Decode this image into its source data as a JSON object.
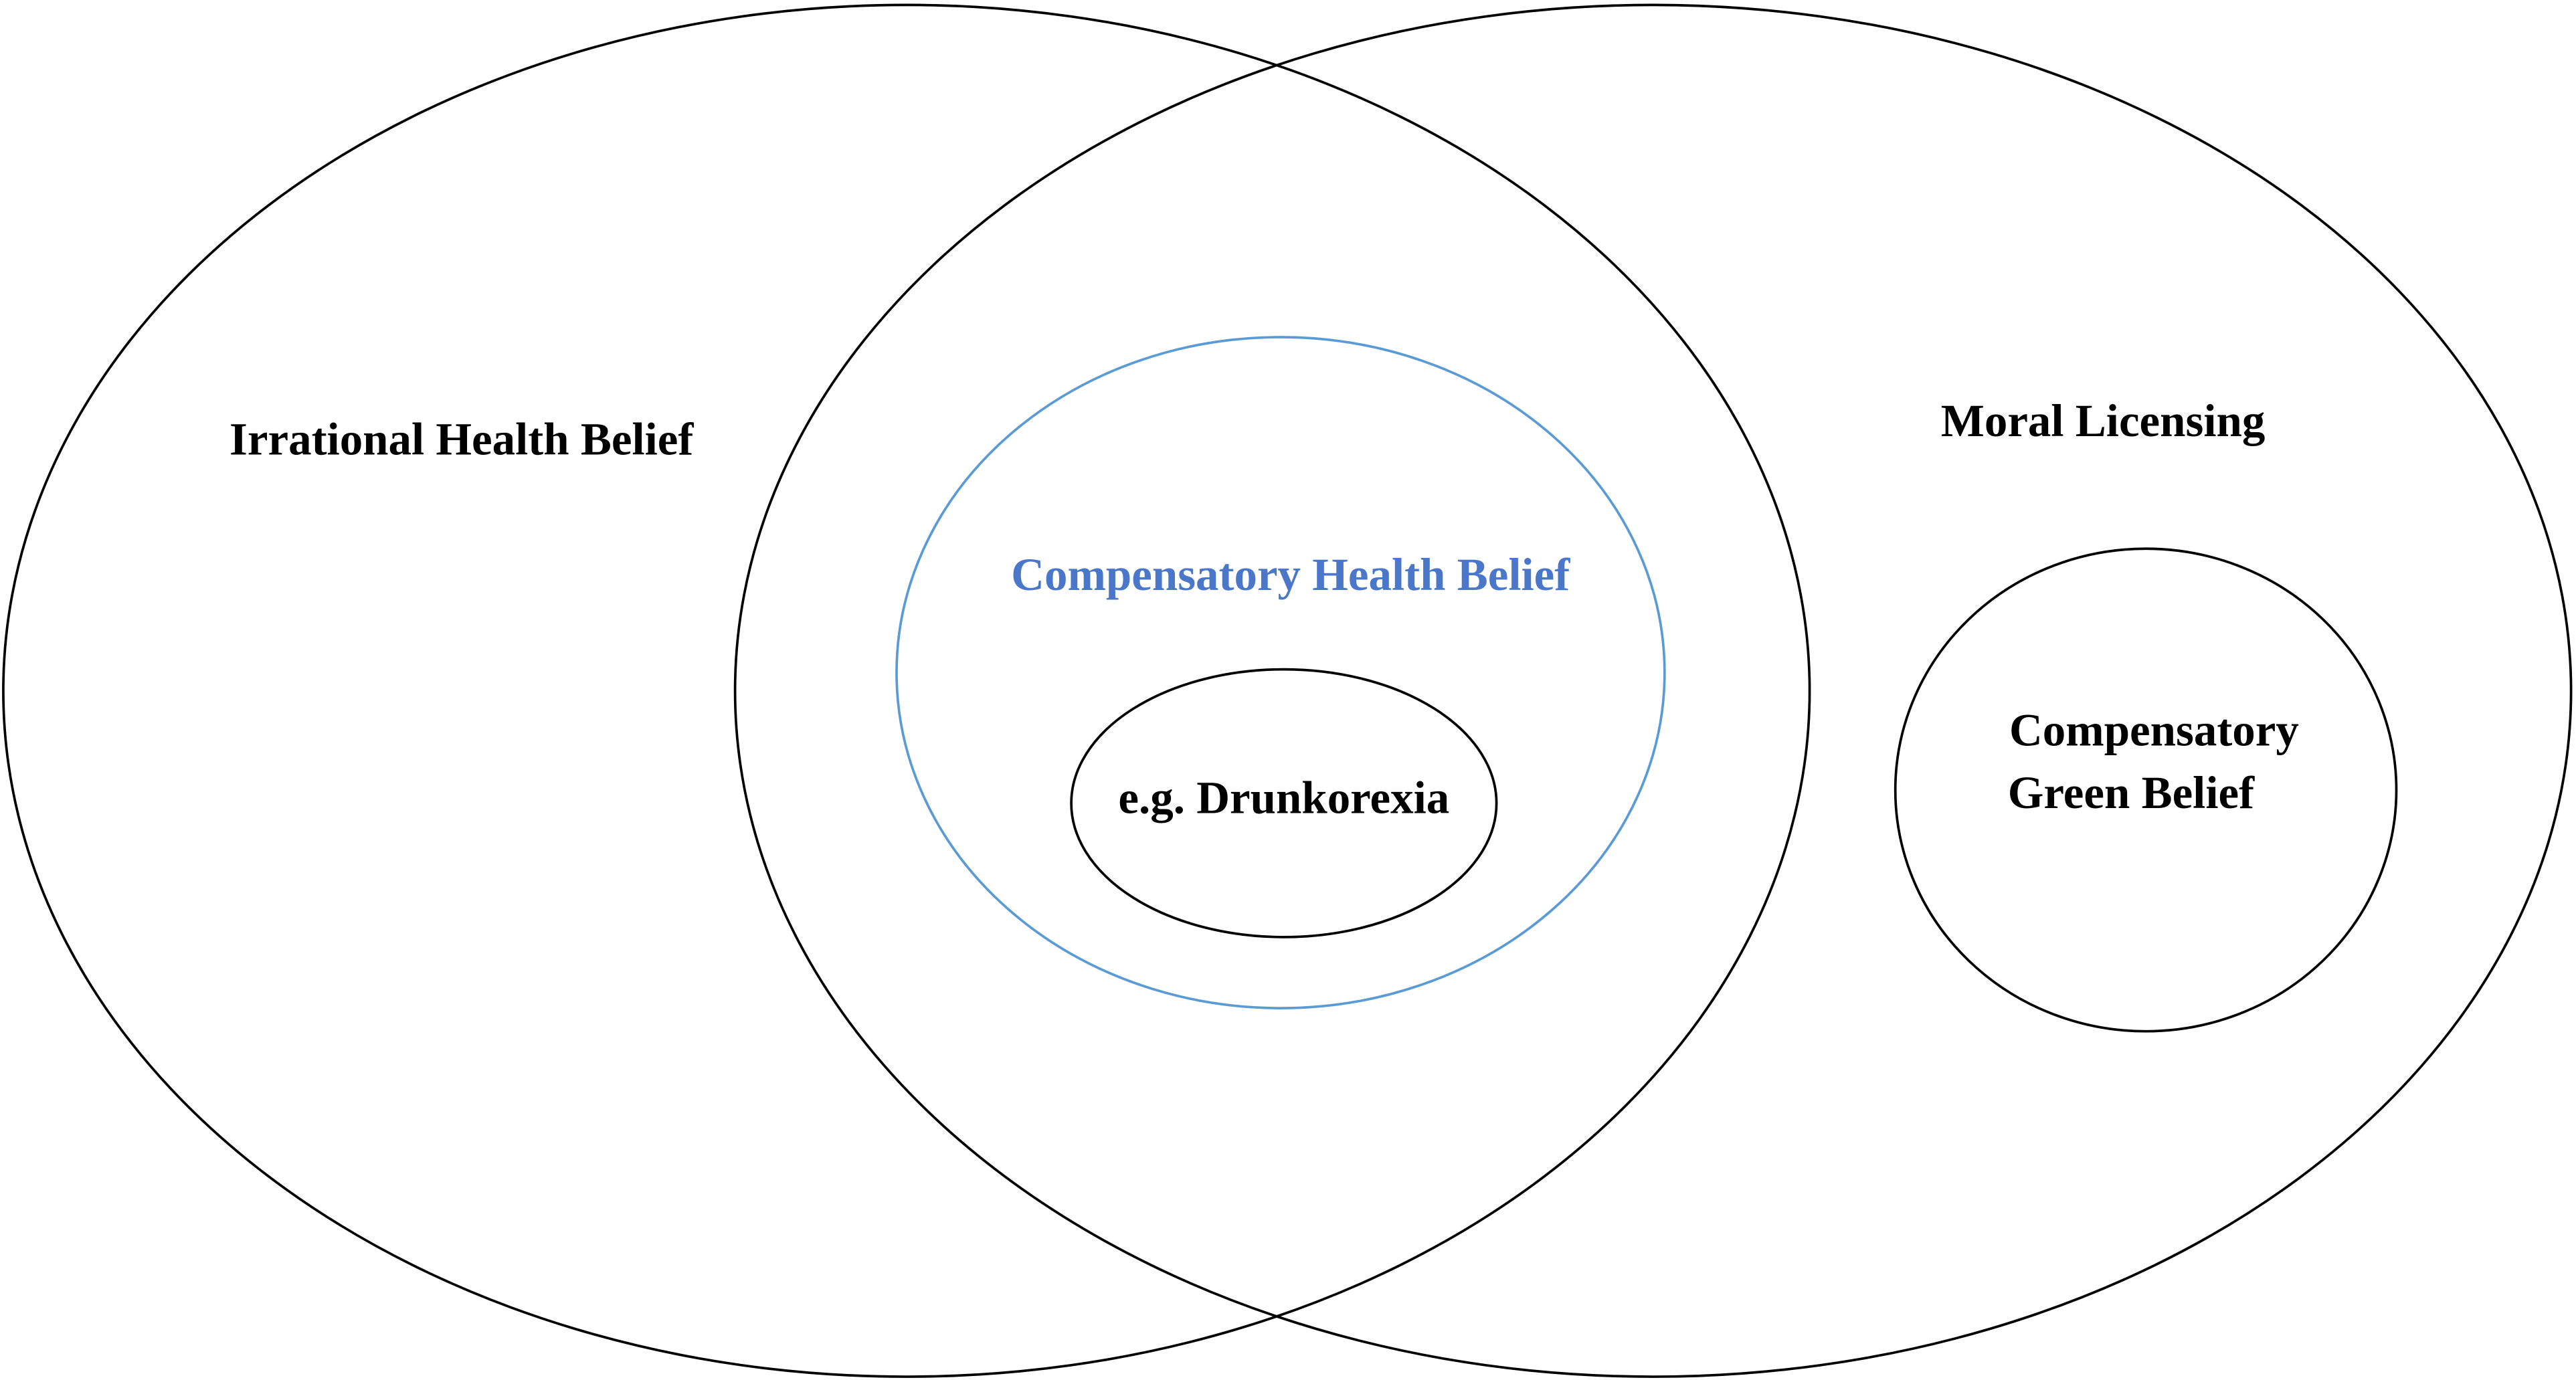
{
  "diagram": {
    "sets": {
      "irrational_health_belief": "Irrational Health Belief",
      "moral_licensing": "Moral Licensing",
      "compensatory_health_belief": "Compensatory Health Belief",
      "drunkorexia": "e.g. Drunkorexia",
      "compensatory_green_belief_line1": "Compensatory",
      "compensatory_green_belief_line2": "Green Belief"
    },
    "colors": {
      "outline": "#000000",
      "highlight": "#4a77c9",
      "highlight_outline": "#5b9bd5",
      "text": "#000000"
    }
  }
}
